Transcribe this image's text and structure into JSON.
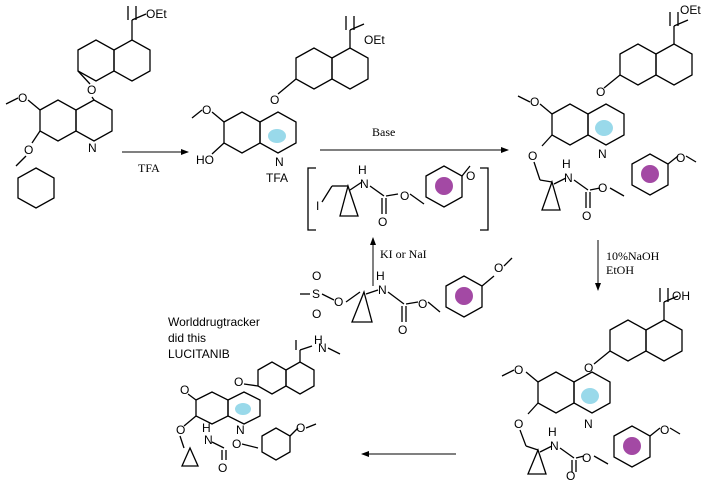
{
  "colors": {
    "orange": "#ff7f27",
    "green": "#22b14c",
    "yellow": "#ffc90e",
    "light_blue": "#99d9ea",
    "purple": "#a349a4",
    "lavender": "#c8bfe7",
    "pink": "#ffaec9"
  },
  "atoms": {
    "ester": "OEt",
    "oxygen": "O",
    "nitrogen": "N",
    "hydroxyl": "HO",
    "iodine": "I",
    "amide_h": "H",
    "amide_n": "N",
    "acid_oh": "OH",
    "sulfur": "S",
    "nh_label": "H"
  },
  "reagents": {
    "step1": "TFA",
    "step1_salt": "TFA",
    "step2": "Base",
    "step3_line1": "10%NaOH",
    "step3_line2": "EtOH",
    "finkelstein": "KI or NaI"
  },
  "annotation": {
    "line1": "Worlddrugtracker",
    "line2": "did this",
    "line3": "LUCITANIB"
  }
}
